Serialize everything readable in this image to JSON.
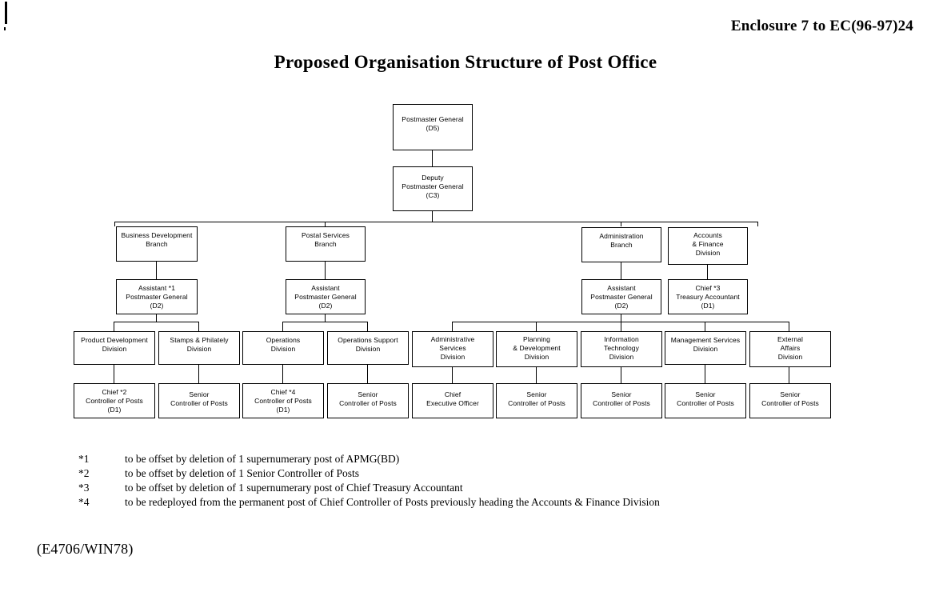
{
  "header": {
    "enclosure": "Enclosure 7 to EC(96-97)24",
    "title": "Proposed Organisation Structure of Post Office",
    "reference": "(E4706/WIN78)"
  },
  "chart_data": {
    "type": "diagram",
    "title": "Proposed Organisation Structure of Post Office",
    "nodes": {
      "pmg": {
        "lines": [
          "Postmaster General",
          "(D5)"
        ]
      },
      "dpmg": {
        "lines": [
          "Deputy",
          "Postmaster General",
          "(C3)"
        ]
      },
      "bd_branch": {
        "lines": [
          "Business Development",
          "Branch"
        ]
      },
      "ps_branch": {
        "lines": [
          "Postal Services",
          "Branch"
        ]
      },
      "admin_branch": {
        "lines": [
          "Administration",
          "Branch"
        ]
      },
      "accounts_div": {
        "lines": [
          "Accounts",
          "& Finance",
          "Division"
        ]
      },
      "apmg_bd": {
        "lines": [
          "Assistant *1",
          "Postmaster    General",
          "(D2)"
        ]
      },
      "apmg_ps": {
        "lines": [
          "Assistant",
          "Postmaster    General",
          "(D2)"
        ]
      },
      "apmg_admin": {
        "lines": [
          "Assistant",
          "Postmaster General",
          "(D2)"
        ]
      },
      "chief_treasury": {
        "lines": [
          "Chief *3",
          "Treasury Accountant",
          "(D1)"
        ]
      },
      "product_dev": {
        "lines": [
          "Product Development",
          "Division"
        ]
      },
      "stamps": {
        "lines": [
          "Stamps & Philately",
          "Division"
        ]
      },
      "operations": {
        "lines": [
          "Operations",
          "Division"
        ]
      },
      "ops_support": {
        "lines": [
          "Operations Support",
          "Division"
        ]
      },
      "admin_services": {
        "lines": [
          "Administrative",
          "Services",
          "Division"
        ]
      },
      "planning": {
        "lines": [
          "Planning",
          "& Development",
          "Division"
        ]
      },
      "it": {
        "lines": [
          "Information",
          "Technology",
          "Division"
        ]
      },
      "mgmt_services": {
        "lines": [
          "Management Services",
          "Division"
        ]
      },
      "external": {
        "lines": [
          "External",
          "Affairs",
          "Division"
        ]
      },
      "chief_cop_2": {
        "lines": [
          "Chief *2",
          "Controller  of  Posts",
          "(D1)"
        ]
      },
      "scop_1": {
        "lines": [
          "Senior",
          "Controller  of  Posts"
        ]
      },
      "chief_cop_4": {
        "lines": [
          "Chief *4",
          "Controller  of  Posts",
          "(D1)"
        ]
      },
      "scop_2": {
        "lines": [
          "Senior",
          "Controller  of  Posts"
        ]
      },
      "ceo": {
        "lines": [
          "Chief",
          "Executive Officer"
        ]
      },
      "scop_3": {
        "lines": [
          "Senior",
          "Controller  of  Posts"
        ]
      },
      "scop_4": {
        "lines": [
          "Senior",
          "Controller of Posts"
        ]
      },
      "scop_5": {
        "lines": [
          "Senior",
          "Controller of Posts"
        ]
      },
      "scop_6": {
        "lines": [
          "Senior",
          "Controller  of  Posts"
        ]
      }
    },
    "edges": [
      [
        "pmg",
        "dpmg"
      ],
      [
        "dpmg",
        "bd_branch"
      ],
      [
        "dpmg",
        "ps_branch"
      ],
      [
        "dpmg",
        "admin_branch"
      ],
      [
        "dpmg",
        "accounts_div"
      ],
      [
        "bd_branch",
        "apmg_bd"
      ],
      [
        "ps_branch",
        "apmg_ps"
      ],
      [
        "admin_branch",
        "apmg_admin"
      ],
      [
        "accounts_div",
        "chief_treasury"
      ],
      [
        "apmg_bd",
        "product_dev"
      ],
      [
        "apmg_bd",
        "stamps"
      ],
      [
        "apmg_ps",
        "operations"
      ],
      [
        "apmg_ps",
        "ops_support"
      ],
      [
        "apmg_admin",
        "admin_services"
      ],
      [
        "apmg_admin",
        "planning"
      ],
      [
        "apmg_admin",
        "it"
      ],
      [
        "apmg_admin",
        "mgmt_services"
      ],
      [
        "apmg_admin",
        "external"
      ],
      [
        "product_dev",
        "chief_cop_2"
      ],
      [
        "stamps",
        "scop_1"
      ],
      [
        "operations",
        "chief_cop_4"
      ],
      [
        "ops_support",
        "scop_2"
      ],
      [
        "admin_services",
        "ceo"
      ],
      [
        "planning",
        "scop_3"
      ],
      [
        "it",
        "scop_4"
      ],
      [
        "mgmt_services",
        "scop_5"
      ],
      [
        "external",
        "scop_6"
      ]
    ]
  },
  "footnotes": [
    {
      "mark": "*1",
      "text": "to be offset by deletion of 1 supernumerary post of APMG(BD)"
    },
    {
      "mark": "*2",
      "text": "to be offset by deletion of 1 Senior Controller of Posts"
    },
    {
      "mark": "*3",
      "text": "to be offset by deletion of 1 supernumerary post of Chief Treasury Accountant"
    },
    {
      "mark": "*4",
      "text": "to be redeployed from the permanent post of Chief Controller of Posts previously heading the Accounts & Finance Division"
    }
  ]
}
